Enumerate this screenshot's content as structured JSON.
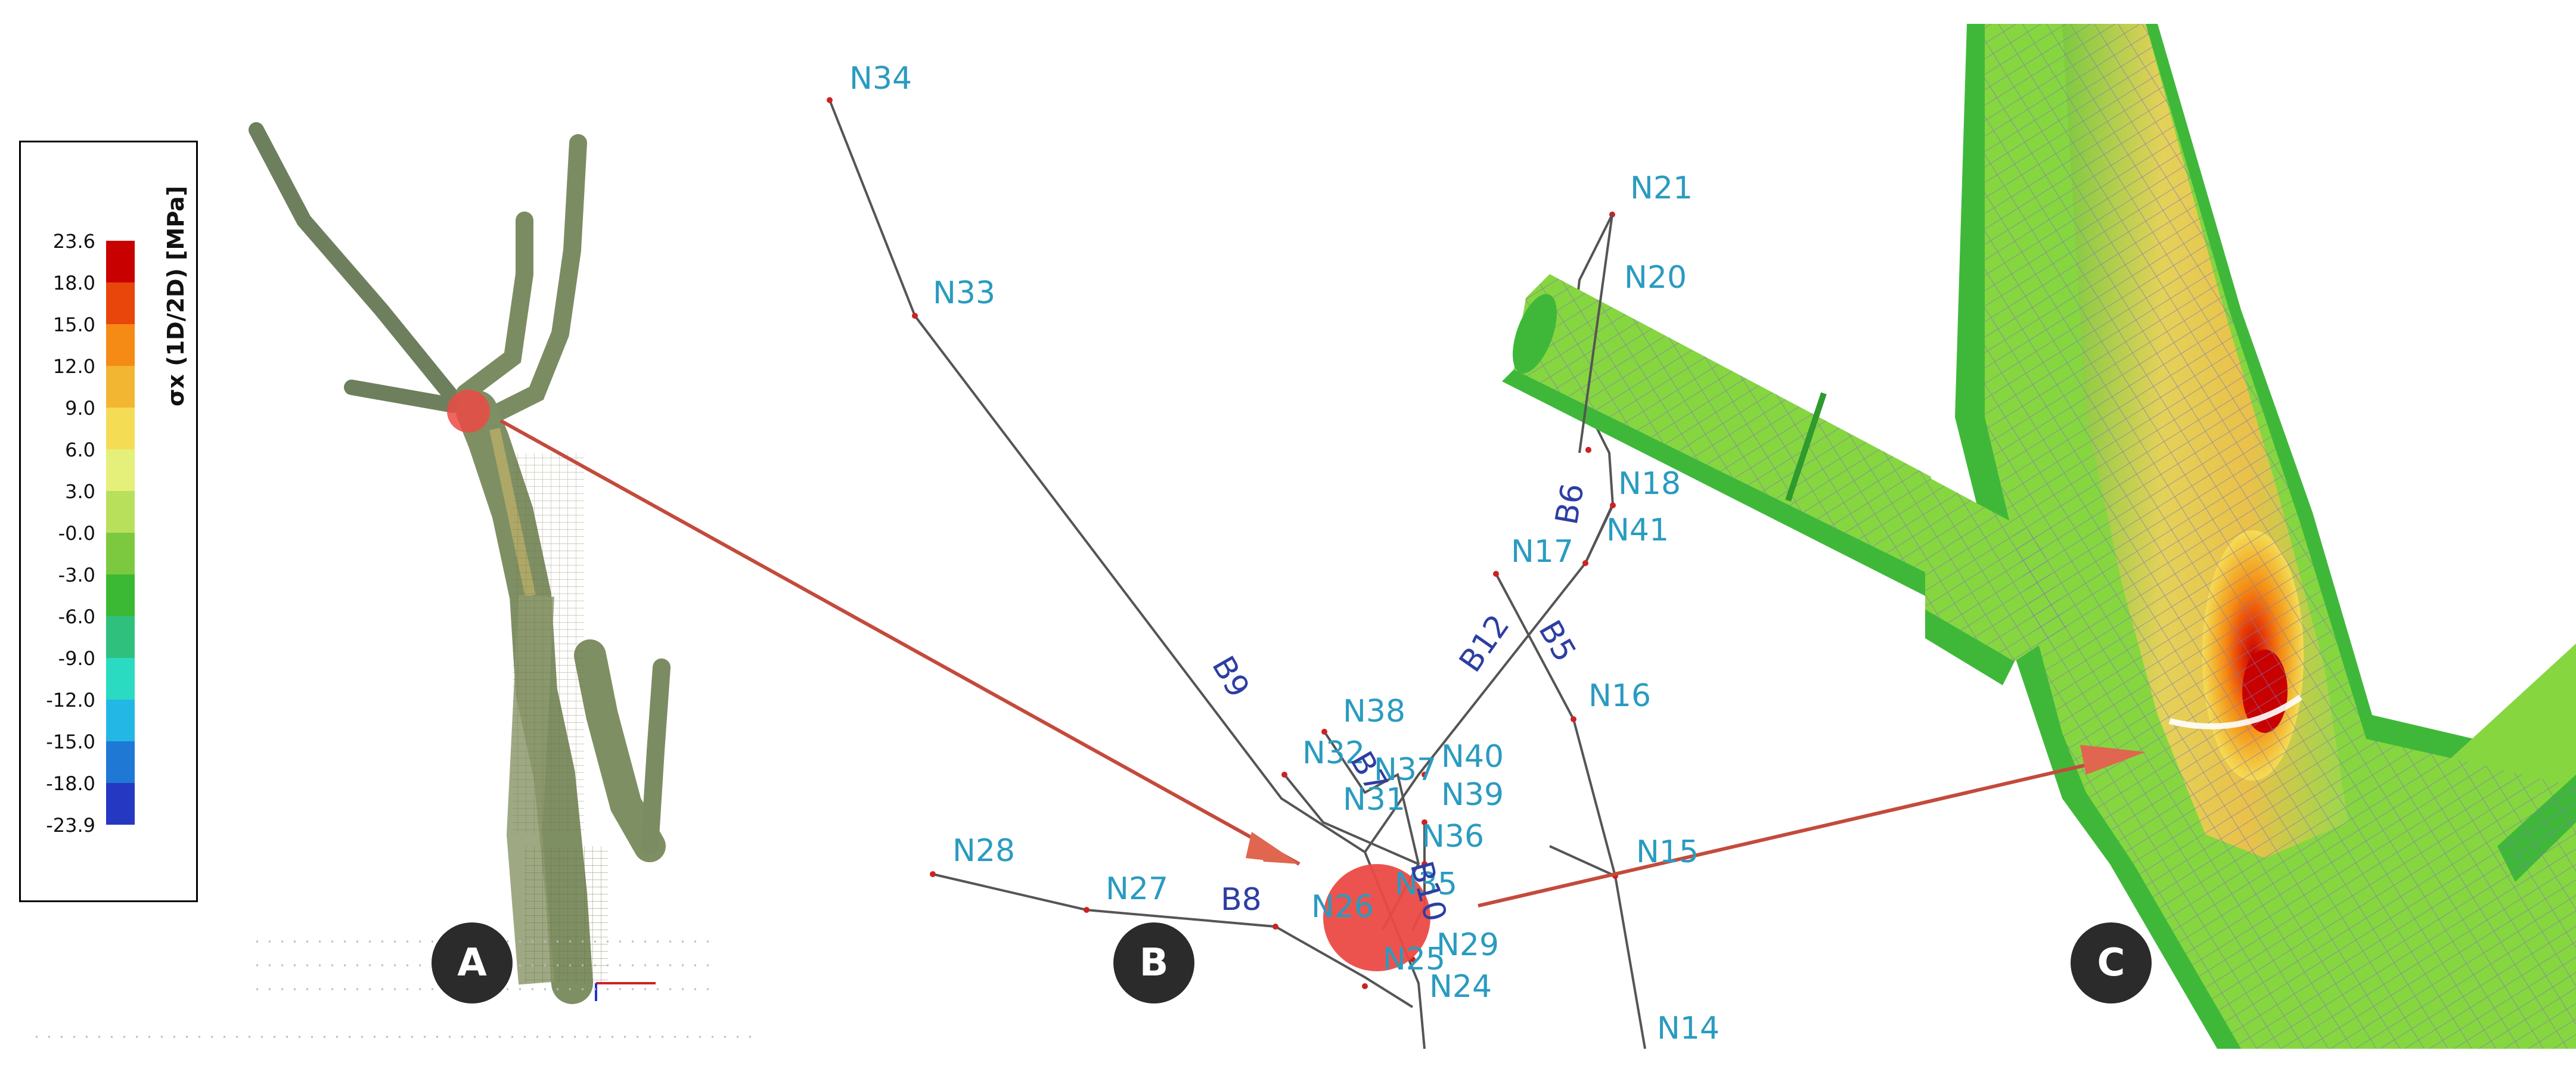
{
  "legend": {
    "title": "σx (1D/2D)  [MPa]",
    "ticks": [
      "23.6",
      "18.0",
      "15.0",
      "12.0",
      "9.0",
      "6.0",
      "3.0",
      "-0.0",
      "-3.0",
      "-6.0",
      "-9.0",
      "-12.0",
      "-15.0",
      "-18.0",
      "-23.9"
    ],
    "colors": [
      "#c80000",
      "#e8460a",
      "#f58a14",
      "#f3b632",
      "#f5dc55",
      "#e4f07a",
      "#b8e05a",
      "#7cc940",
      "#3bb934",
      "#2fc07d",
      "#2adbc2",
      "#23b7e6",
      "#1f79d4",
      "#2538c2",
      "#3c12b0"
    ]
  },
  "panels": {
    "a_label": "A",
    "b_label": "B",
    "c_label": "C"
  },
  "model": {
    "nodes": [
      "N34",
      "N33",
      "N21",
      "N20",
      "N18",
      "N41",
      "N17",
      "N16",
      "N38",
      "N32",
      "N40",
      "N37",
      "N39",
      "N31",
      "N36",
      "N35",
      "N15",
      "N28",
      "N27",
      "N26",
      "N29",
      "N25",
      "N24",
      "N14"
    ],
    "beams": [
      "B9",
      "B12",
      "B6",
      "B5",
      "B8",
      "B7",
      "B10"
    ]
  },
  "colors": {
    "mesh_green": "#86d640",
    "mesh_dark_green": "#3fb83a",
    "arrow": "#c44a3c",
    "highlight": "#ec4a44",
    "node_label": "#2a9bc0",
    "beam_label": "#2d3ea2"
  }
}
